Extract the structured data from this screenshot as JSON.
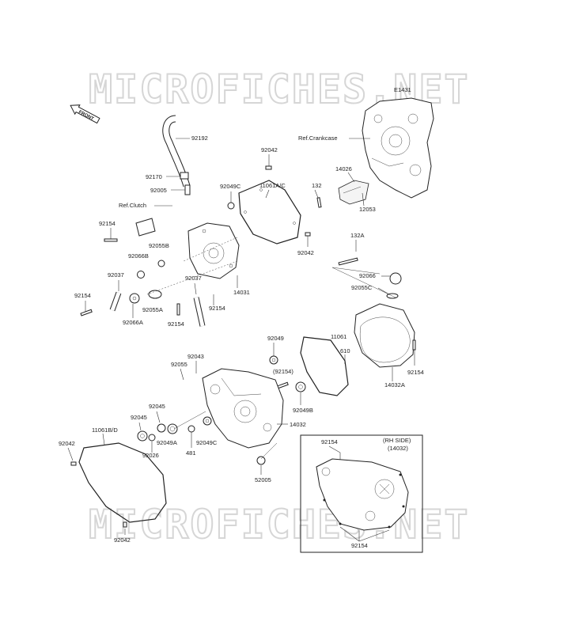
{
  "watermark": "MICROFICHES.NET",
  "front_label": "FRONT",
  "code": "E1431",
  "refs": {
    "crankcase": "Ref.Crankcase",
    "clutch": "Ref.Clutch"
  },
  "inset": {
    "title_line1": "(RH SIDE)",
    "title_line2": "(14032)"
  },
  "parts": {
    "p92192": "92192",
    "p92042_top": "92042",
    "p92170": "92170",
    "p92005": "92005",
    "p92049c_top": "92049C",
    "p11061ac": "11061A/C",
    "p14026": "14026",
    "p132": "132",
    "p12053": "12053",
    "p92154_a": "92154",
    "p92055b": "92055B",
    "p92066b": "92066B",
    "p92042_mid": "92042",
    "p132a": "132A",
    "p92037_l": "92037",
    "p92037_r": "92037",
    "p14031": "14031",
    "p92066": "92066",
    "p92055c": "92055C",
    "p92154_b": "92154",
    "p92055a": "92055A",
    "p92066a": "92066A",
    "p92154_c": "92154",
    "p92154_d": "92154",
    "p11061": "11061",
    "p610": "610",
    "p92049": "92049",
    "p92043": "92043",
    "p92055": "92055",
    "p92154_e": "(92154)",
    "p92154_f": "92154",
    "p14032a": "14032A",
    "p92045_a": "92045",
    "p92045_b": "92045",
    "p92049b": "92049B",
    "p14032": "14032",
    "p11061bd": "11061B/D",
    "p92042_left": "92042",
    "p92049a": "92049A",
    "p92049c_bot": "92049C",
    "p92026": "92026",
    "p481": "481",
    "p52005": "52005",
    "p92154_inset_top": "92154",
    "p92154_inset_bot": "92154",
    "p92042_bot": "92042"
  }
}
